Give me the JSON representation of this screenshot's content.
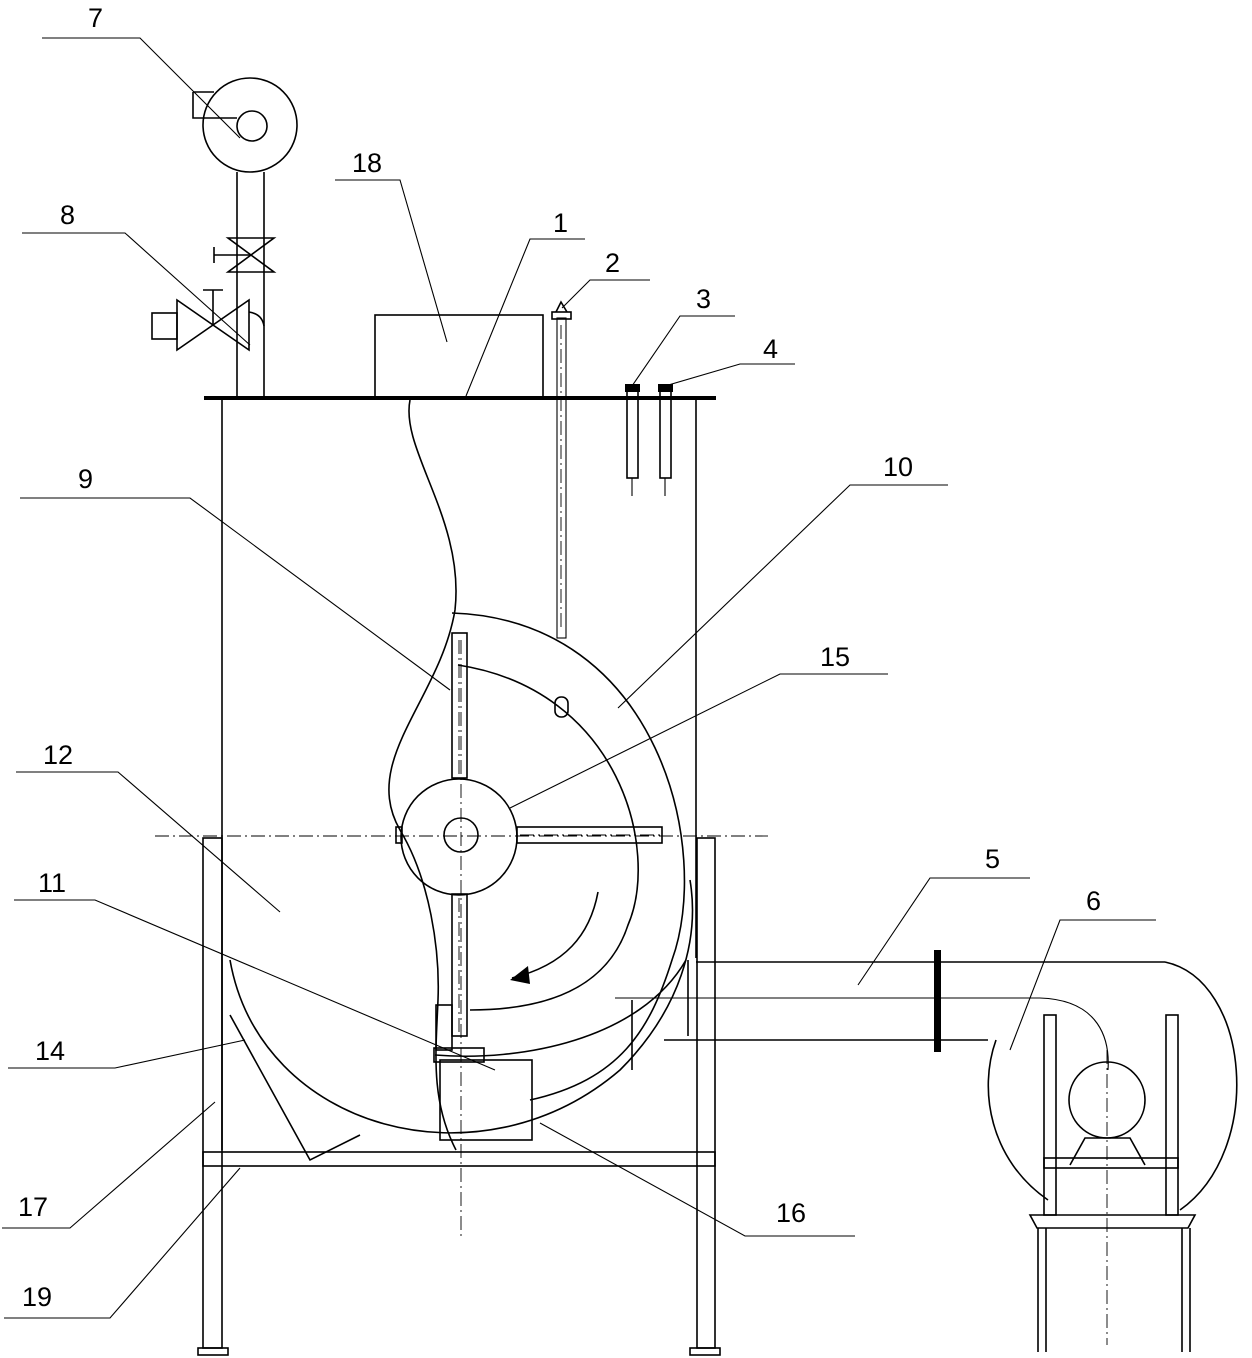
{
  "labels": {
    "l1": "1",
    "l2": "2",
    "l3": "3",
    "l4": "4",
    "l5": "5",
    "l6": "6",
    "l7": "7",
    "l8": "8",
    "l9": "9",
    "l10": "10",
    "l11": "11",
    "l12": "12",
    "l14": "14",
    "l15": "15",
    "l16": "16",
    "l17": "17",
    "l18": "18",
    "l19": "19"
  }
}
